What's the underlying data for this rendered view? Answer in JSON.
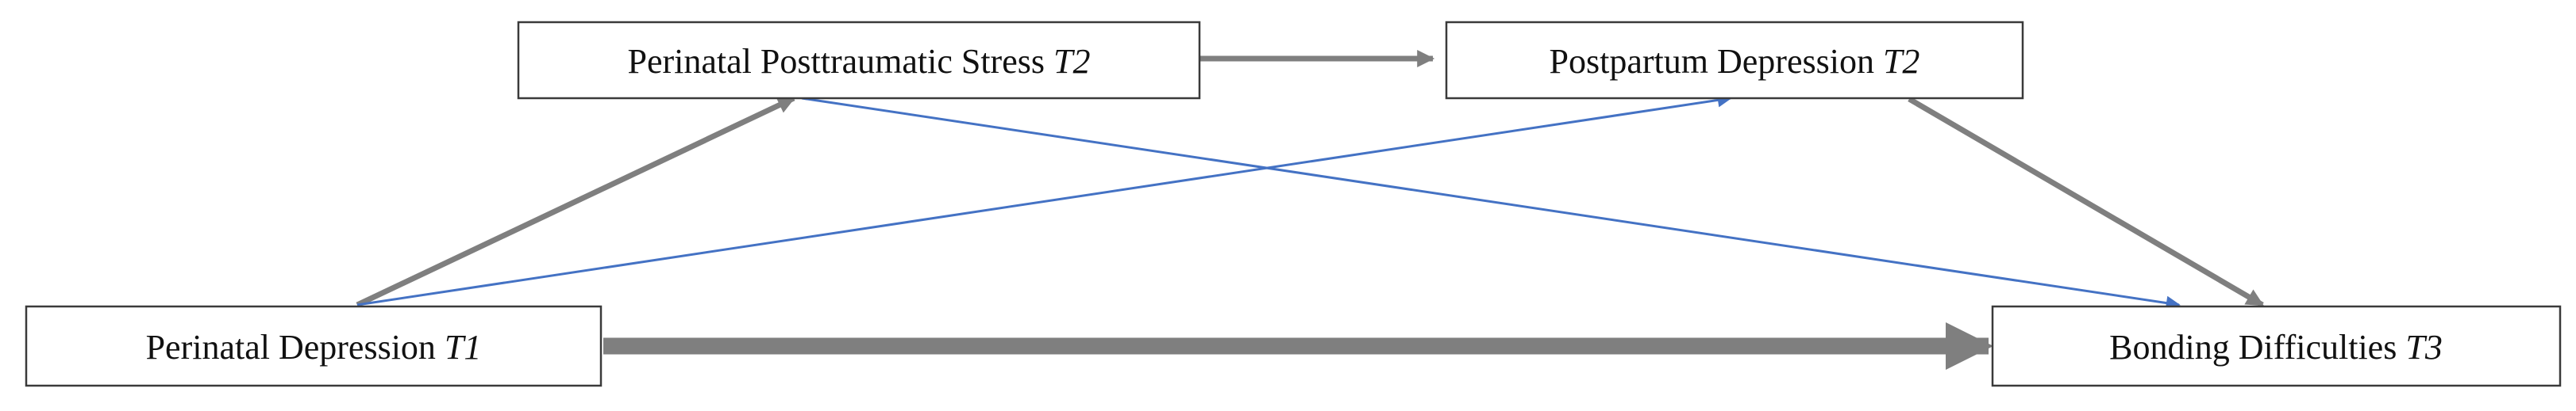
{
  "diagram": {
    "nodes": {
      "perinatal_depression_t1": {
        "label": "Perinatal Depression ",
        "time": "T1"
      },
      "perinatal_pts_t2": {
        "label": "Perinatal Posttraumatic Stress ",
        "time": "T2"
      },
      "postpartum_depression_t2": {
        "label": "Postpartum Depression ",
        "time": "T2"
      },
      "bonding_difficulties_t3": {
        "label": "Bonding Difficulties ",
        "time": "T3"
      }
    },
    "edges": [
      {
        "from": "perinatal_depression_t1",
        "to": "perinatal_pts_t2",
        "color": "#7f7f7f"
      },
      {
        "from": "perinatal_pts_t2",
        "to": "postpartum_depression_t2",
        "color": "#7f7f7f"
      },
      {
        "from": "postpartum_depression_t2",
        "to": "bonding_difficulties_t3",
        "color": "#7f7f7f"
      },
      {
        "from": "perinatal_depression_t1",
        "to": "bonding_difficulties_t3",
        "color": "#7f7f7f"
      },
      {
        "from": "perinatal_depression_t1",
        "to": "postpartum_depression_t2",
        "color": "#4472c4"
      },
      {
        "from": "perinatal_pts_t2",
        "to": "bonding_difficulties_t3",
        "color": "#4472c4"
      }
    ]
  }
}
